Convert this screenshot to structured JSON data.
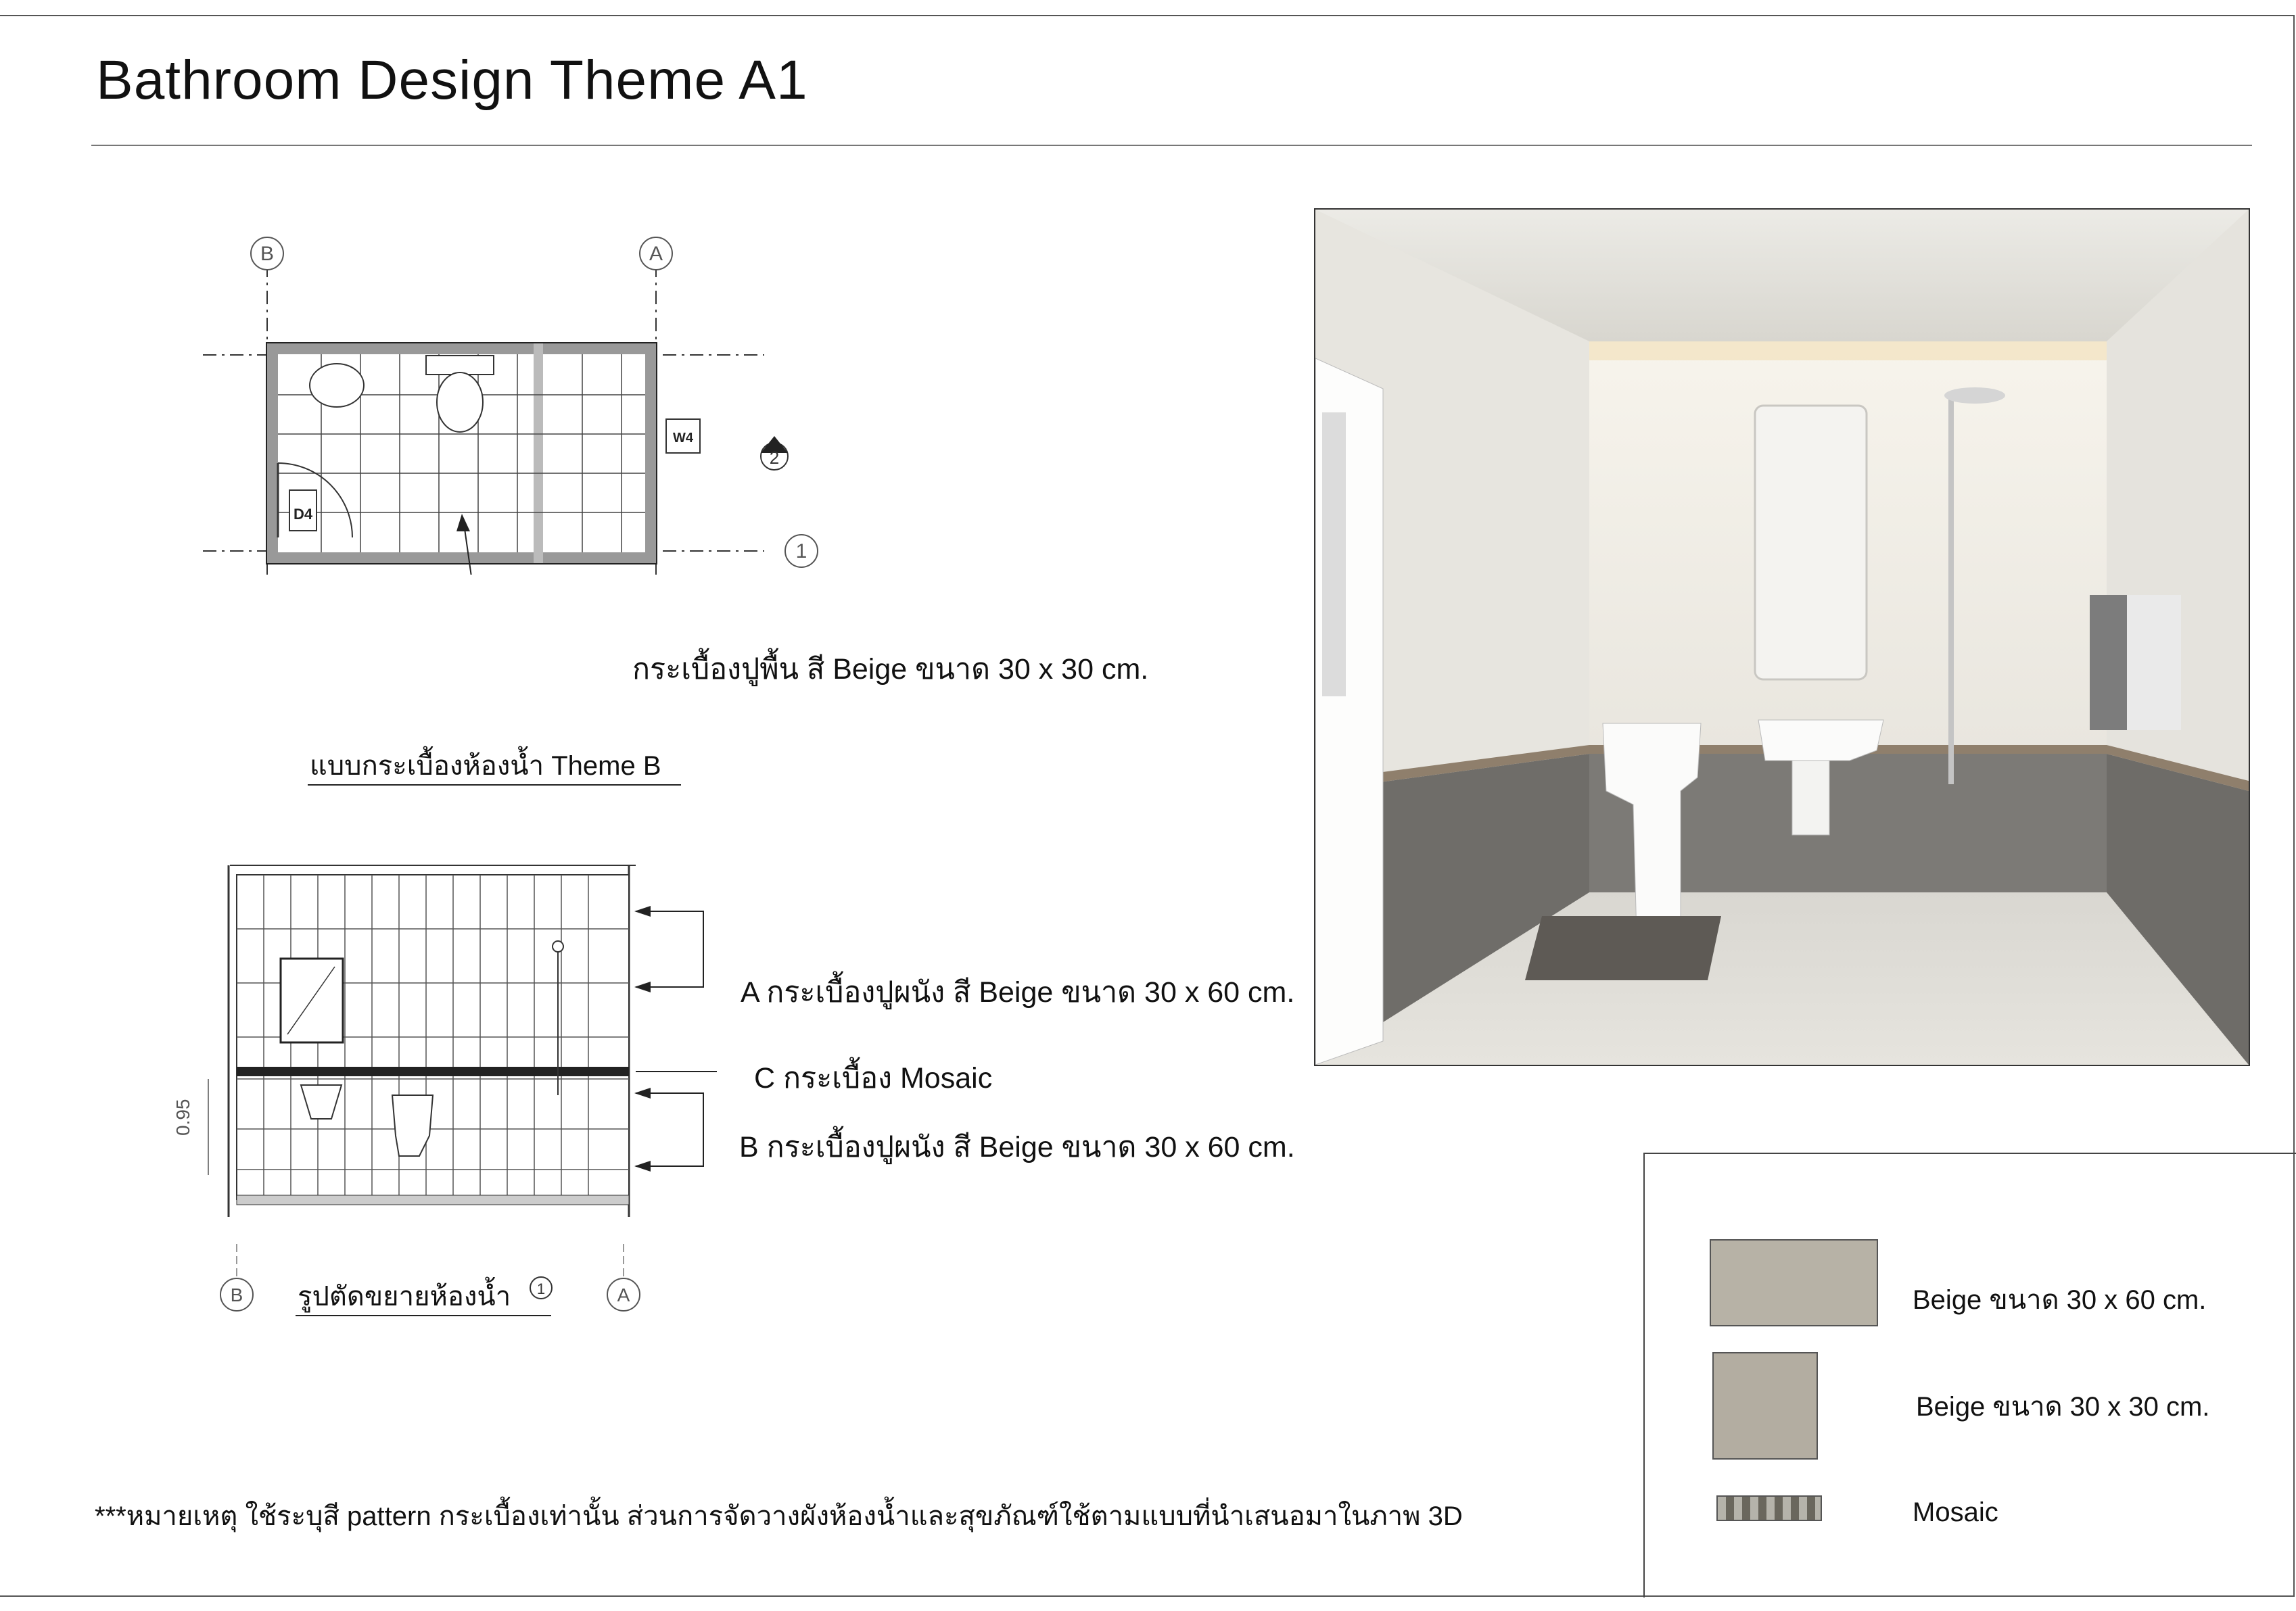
{
  "title": "Bathroom Design Theme A1",
  "plan": {
    "floor_tile_label": "กระเบื้องปูพื้น สี Beige ขนาด 30 x 30 cm.",
    "caption": "แบบกระเบื้องห้องน้ำ Theme B",
    "grid_labels": [
      "B",
      "A",
      "2",
      "1"
    ],
    "door_tag": "D4",
    "window_tag": "W4"
  },
  "section": {
    "callout_a": "A กระเบื้องปูผนัง สี Beige ขนาด 30 x 60 cm.",
    "callout_c": "C  กระเบื้อง Mosaic",
    "callout_b": "B กระเบื้องปูผนัง สี Beige ขนาด 30 x 60 cm.",
    "caption": "รูปตัดขยายห้องน้ำ",
    "height_dim": "0.95",
    "grid_labels": [
      "B",
      "A",
      "1"
    ]
  },
  "legend": {
    "items": [
      {
        "label": "Beige ขนาด 30 x 60 cm.",
        "color": "#b7b2a6"
      },
      {
        "label": "Beige ขนาด 30 x 30 cm.",
        "color": "#b3ada1"
      },
      {
        "label": "Mosaic",
        "color": "#8e8a7c"
      }
    ]
  },
  "note": "***หมายเหตุ ใช้ระบุสี pattern กระเบื้องเท่านั้น ส่วนการจัดวางผังห้องน้ำและสุขภัณฑ์ใช้ตามแบบที่นำเสนอมาในภาพ 3D"
}
